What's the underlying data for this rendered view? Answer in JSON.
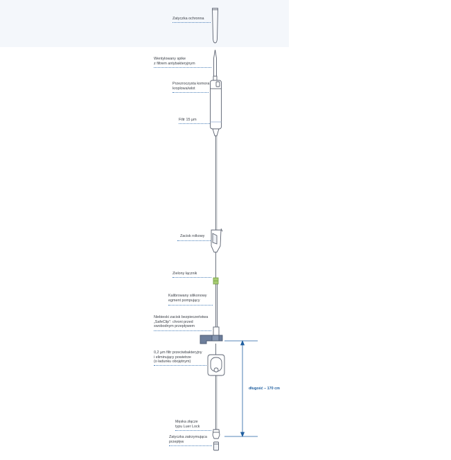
{
  "labels": {
    "protective_cap": [
      "Zatyczka ochronna"
    ],
    "spike": [
      "Wentylowany spike",
      "z filtrem antybakteryjnym"
    ],
    "drip_chamber": [
      "Przezroczysta komora",
      "kroplowa/wlot"
    ],
    "filter": [
      "Filtr 15 µm"
    ],
    "roller_clamp": [
      "Zacisk rolkowy"
    ],
    "green_connector": [
      "Zielony łącznik"
    ],
    "pump_segment": [
      "Kalibrowany silikonowy",
      "egment pompujący"
    ],
    "safeclip": [
      "Niebieski zacisk bezpieczeństwa",
      "„SafeClip”: chroni przed",
      "swobodnym przepływem"
    ],
    "air_filter": [
      "0,2 µm filtr przeciwbakteryjny",
      "i eliminujący powietrze",
      "(o ładunku obojętnym)"
    ],
    "luer_lock": [
      "Męska złącze",
      "typu Luer Lock"
    ],
    "stop_cap": [
      "Zatyczka zatrzymująca",
      "przepływ"
    ]
  },
  "length_label": "długość – 170 cm",
  "colors": {
    "outline": "#5b6270",
    "dots": "#4a7fb8",
    "clip_blue": "#5d6e8a",
    "connector_green": "#7aa64a",
    "dimension": "#1f5fa0",
    "band": "#f4f7fb"
  }
}
